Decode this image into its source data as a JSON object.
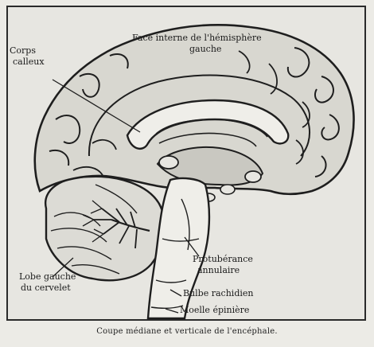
{
  "labels": {
    "corpus_line1": "Corps",
    "corpus_line2": "calleux",
    "hemisphere_line1": "Face interne de l'hémisphère",
    "hemisphere_line2": "gauche",
    "pons_line1": "Protubérance",
    "pons_line2": "annulaire",
    "cerebellum_line1": "Lobe gauche",
    "cerebellum_line2": "du cervelet",
    "medulla": "Bulbe rachidien",
    "spinal_cord": "Moelle épinière"
  },
  "caption": "Coupe médiane et verticale de l'encéphale."
}
